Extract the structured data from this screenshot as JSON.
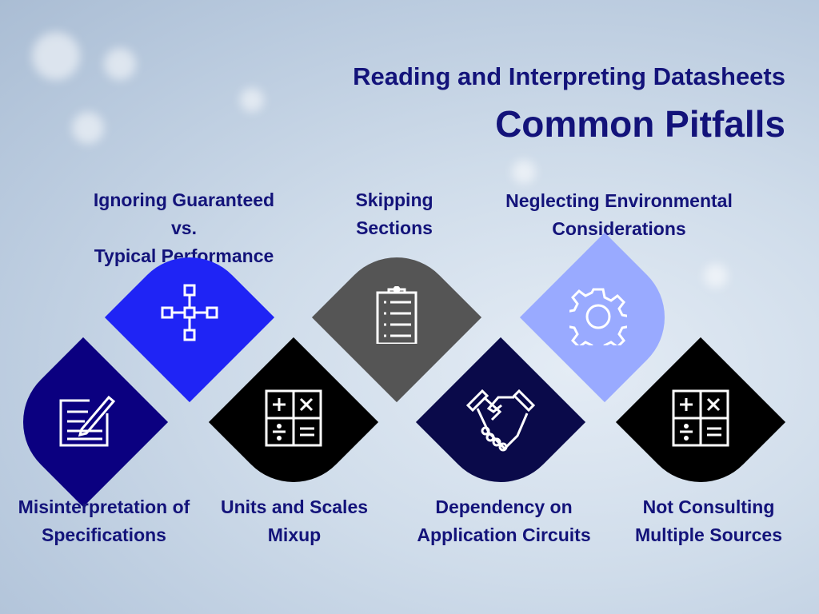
{
  "header": {
    "subtitle": "Reading and Interpreting Datasheets",
    "title": "Common Pitfalls"
  },
  "pitfalls": [
    {
      "label_1": "Ignoring Guaranteed vs.",
      "label_2": "Typical Performance",
      "icon": "network-nodes-icon",
      "color": "#1f24f5"
    },
    {
      "label_1": "Skipping",
      "label_2": "Sections",
      "icon": "clipboard-list-icon",
      "color": "#555555"
    },
    {
      "label_1": "Neglecting Environmental",
      "label_2": "Considerations",
      "icon": "gear-icon",
      "color": "#99aaff"
    },
    {
      "label_1": "Misinterpretation of",
      "label_2": "Specifications",
      "icon": "document-pen-icon",
      "color": "#0b0080"
    },
    {
      "label_1": "Units and Scales",
      "label_2": "Mixup",
      "icon": "calculator-icon",
      "color": "#000000"
    },
    {
      "label_1": "Dependency on",
      "label_2": "Application Circuits",
      "icon": "handshake-icon",
      "color": "#0a0a4a"
    },
    {
      "label_1": "Not Consulting",
      "label_2": "Multiple Sources",
      "icon": "calculator-icon",
      "color": "#000000"
    }
  ]
}
